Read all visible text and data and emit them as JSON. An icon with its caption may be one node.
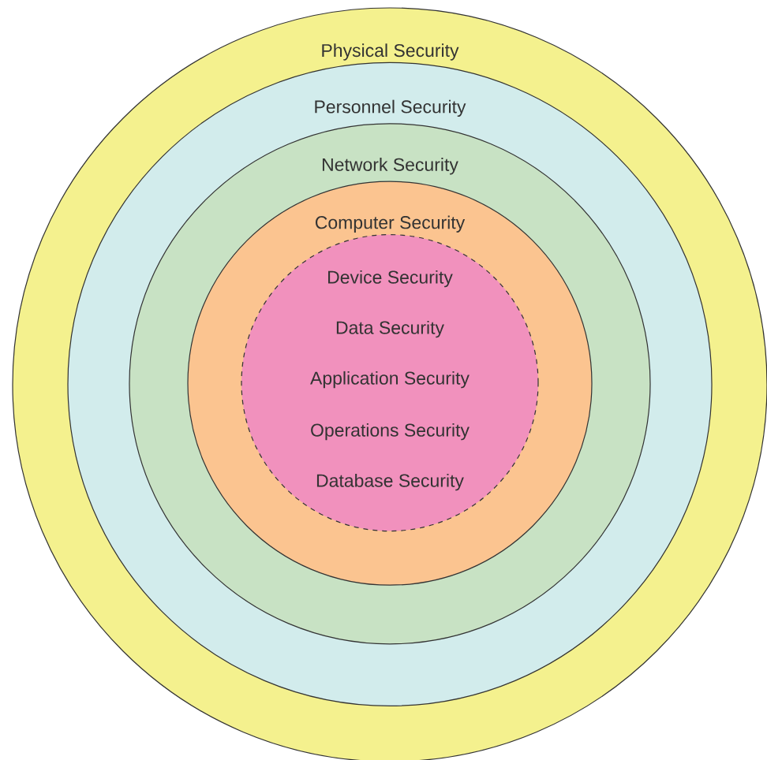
{
  "diagram": {
    "nodes": [
      {
        "text": [
          "Physical Security"
        ]
      },
      {
        "text": [
          "Personnel Security"
        ],
        "in": 0
      },
      {
        "text": [
          "Network Security"
        ],
        "in": 1
      },
      {
        "text": [
          "Computer Security"
        ],
        "in": 2
      },
      {
        "text": [
          "Device Security",
          "Data Security",
          "Application Security",
          "Operations Security",
          "Database Security"
        ],
        "in": 3
      }
    ]
  }
}
